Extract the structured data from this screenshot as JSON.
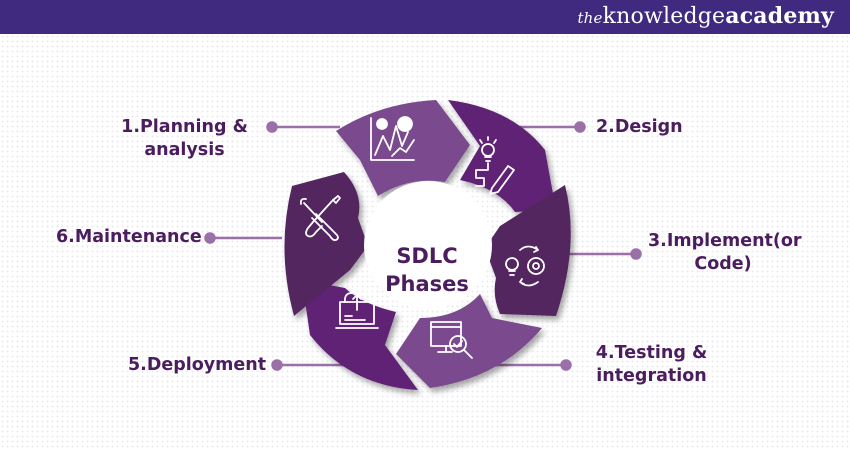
{
  "header": {
    "brand_the": "the",
    "brand_knowledge": "knowledge",
    "brand_academy": "academy",
    "background": "#3f2a7f"
  },
  "diagram": {
    "title_line1": "SDLC",
    "title_line2": "Phases",
    "phases": [
      {
        "number": 1,
        "label_line1": "1.Planning &",
        "label_line2": "analysis",
        "icon": "chart-analysis-icon",
        "color": "#7a4a8e"
      },
      {
        "number": 2,
        "label_line1": "2.Design",
        "label_line2": "",
        "icon": "lightbulb-pencil-icon",
        "color": "#5e2475"
      },
      {
        "number": 3,
        "label_line1": "3.Implement(or",
        "label_line2": "Code)",
        "icon": "bulb-gear-cycle-icon",
        "color": "#52285f"
      },
      {
        "number": 4,
        "label_line1": "4.Testing &",
        "label_line2": "integration",
        "icon": "monitor-magnifier-check-icon",
        "color": "#7a4a8e"
      },
      {
        "number": 5,
        "label_line1": "5.Deployment",
        "label_line2": "",
        "icon": "cloud-upload-laptop-icon",
        "color": "#5e2475"
      },
      {
        "number": 6,
        "label_line1": "6.Maintenance",
        "label_line2": "",
        "icon": "wrench-screwdriver-icon",
        "color": "#52285f"
      }
    ],
    "text_color": "#4b1d5e",
    "connector_color": "#9b6fa8"
  }
}
